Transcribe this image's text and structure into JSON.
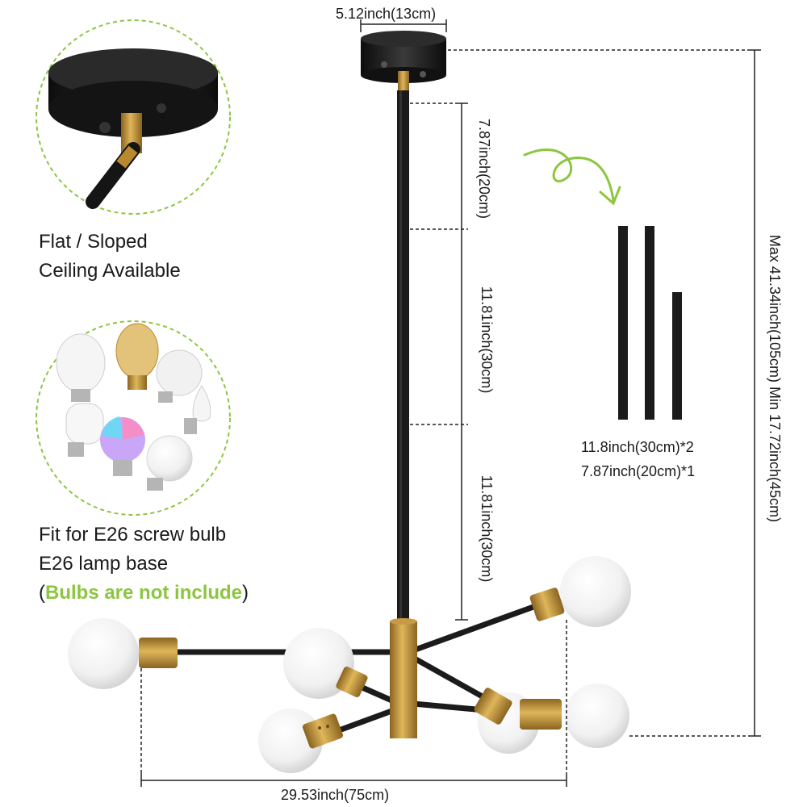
{
  "dimensions": {
    "canopy_width": "5.12inch(13cm)",
    "rod_top": "7.87inch(20cm)",
    "rod_middle": "11.81inch(30cm)",
    "rod_bottom": "11.81inch(30cm)",
    "overall_height": "Max 41.34inch(105cm)  Min 17.72inch(45cm)",
    "overall_width": "29.53inch(75cm)"
  },
  "rods": {
    "line1": "11.8inch(30cm)*2",
    "line2": "7.87inch(20cm)*1"
  },
  "features": {
    "ceiling_line1": "Flat / Sloped",
    "ceiling_line2": "Ceiling Available",
    "bulb_line1": "Fit for E26 screw bulb",
    "bulb_line2": "E26 lamp base",
    "bulb_note_open": "(",
    "bulb_note": "Bulbs are not include",
    "bulb_note_close": ")"
  },
  "colors": {
    "accent_green": "#8cc63f",
    "brass": "#b8892e",
    "black": "#1b1b1b"
  }
}
